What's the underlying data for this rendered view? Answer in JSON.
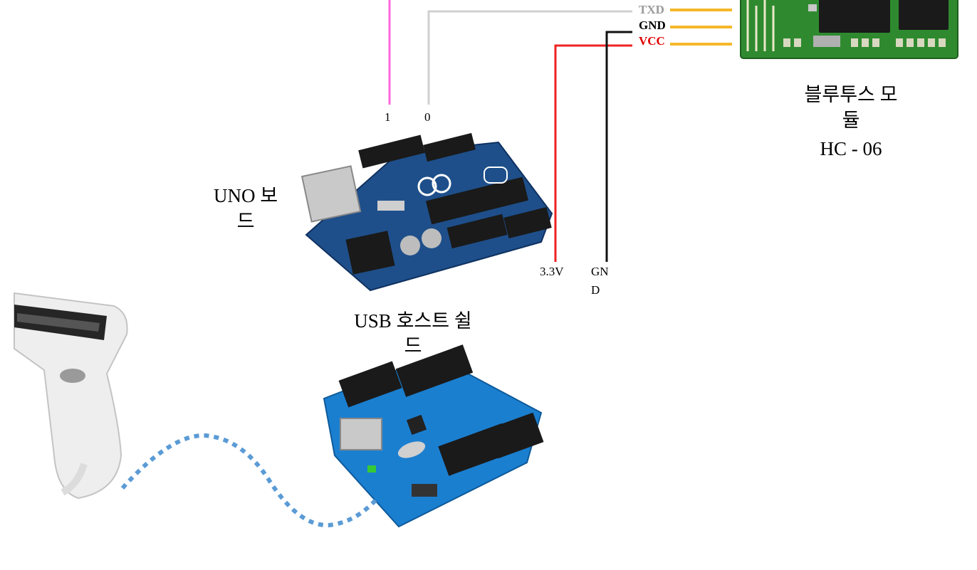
{
  "bluetooth": {
    "pins": {
      "txd": "TXD",
      "gnd": "GND",
      "vcc": "VCC"
    },
    "label_line1": "블루투스 모",
    "label_line2": "듈",
    "model": "HC - 06"
  },
  "uno": {
    "label_line1": "UNO 보",
    "label_line2": "드",
    "pin_1": "1",
    "pin_0": "0",
    "pin_33v": "3.3V",
    "pin_gnd_line1": "GN",
    "pin_gnd_line2": "D"
  },
  "usb_shield": {
    "label_line1": "USB 호스트 쉴",
    "label_line2": "드"
  },
  "colors": {
    "txd_label": "#9a9a9a",
    "vcc_label": "#e00000",
    "wire_pink": "#ff66dd",
    "wire_grey": "#d0d0d0",
    "wire_red": "#ee2222",
    "wire_black": "#111111",
    "wire_yellow": "#f5b82a",
    "usb_cable": "#5b9bd5",
    "uno_board": "#1e4f8a",
    "shield_board": "#1b7fd0",
    "bt_board": "#2f8a2f"
  }
}
